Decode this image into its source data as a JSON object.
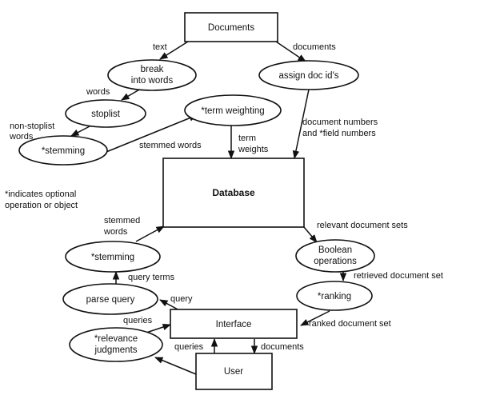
{
  "nodes": {
    "documents": "Documents",
    "break_into_words": [
      "break",
      "into words"
    ],
    "assign_doc_ids": "assign doc id's",
    "stoplist": "stoplist",
    "term_weighting": "*term weighting",
    "stemming_top": "*stemming",
    "database": "Database",
    "stemming_bottom": "*stemming",
    "boolean_operations": [
      "Boolean",
      "operations"
    ],
    "parse_query": "parse query",
    "ranking": "*ranking",
    "interface": "Interface",
    "relevance_judgments": [
      "*relevance",
      "judgments"
    ],
    "user": "User"
  },
  "edges": {
    "text": "text",
    "documents": "documents",
    "words": "words",
    "non_stoplist_words": [
      "non-stoplist",
      "words"
    ],
    "stemmed_words_top": "stemmed words",
    "document_numbers": [
      "document numbers",
      "and *field numbers"
    ],
    "term_weights": [
      "term",
      "weights"
    ],
    "stemmed_words_bottom": [
      "stemmed",
      "words"
    ],
    "relevant_document_sets": "relevant document sets",
    "query_terms": "query terms",
    "retrieved_document_set": "retrieved document set",
    "query": "query",
    "queries_left": "queries",
    "ranked_document_set": "ranked document set",
    "queries_user": "queries",
    "documents_user": "documents"
  },
  "note": [
    "*indicates optional",
    "operation or object"
  ],
  "colors": {
    "ink": "#111111",
    "background": "#ffffff"
  }
}
